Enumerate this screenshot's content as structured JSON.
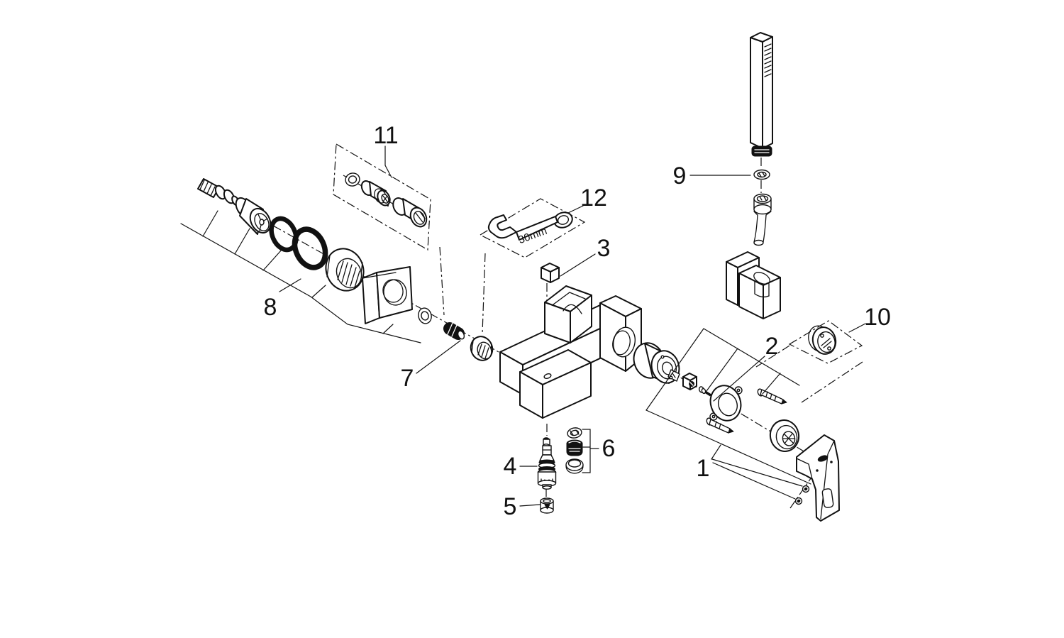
{
  "figure": {
    "type": "exploded-parts-diagram",
    "background_color": "#ffffff",
    "line_color": "#111111"
  },
  "callouts": [
    {
      "number": "1"
    },
    {
      "number": "2"
    },
    {
      "number": "3"
    },
    {
      "number": "4"
    },
    {
      "number": "5"
    },
    {
      "number": "6"
    },
    {
      "number": "7"
    },
    {
      "number": "8"
    },
    {
      "number": "9"
    },
    {
      "number": "10"
    },
    {
      "number": "11"
    },
    {
      "number": "12"
    }
  ],
  "annotations": {
    "wrench_size": "30mm"
  }
}
